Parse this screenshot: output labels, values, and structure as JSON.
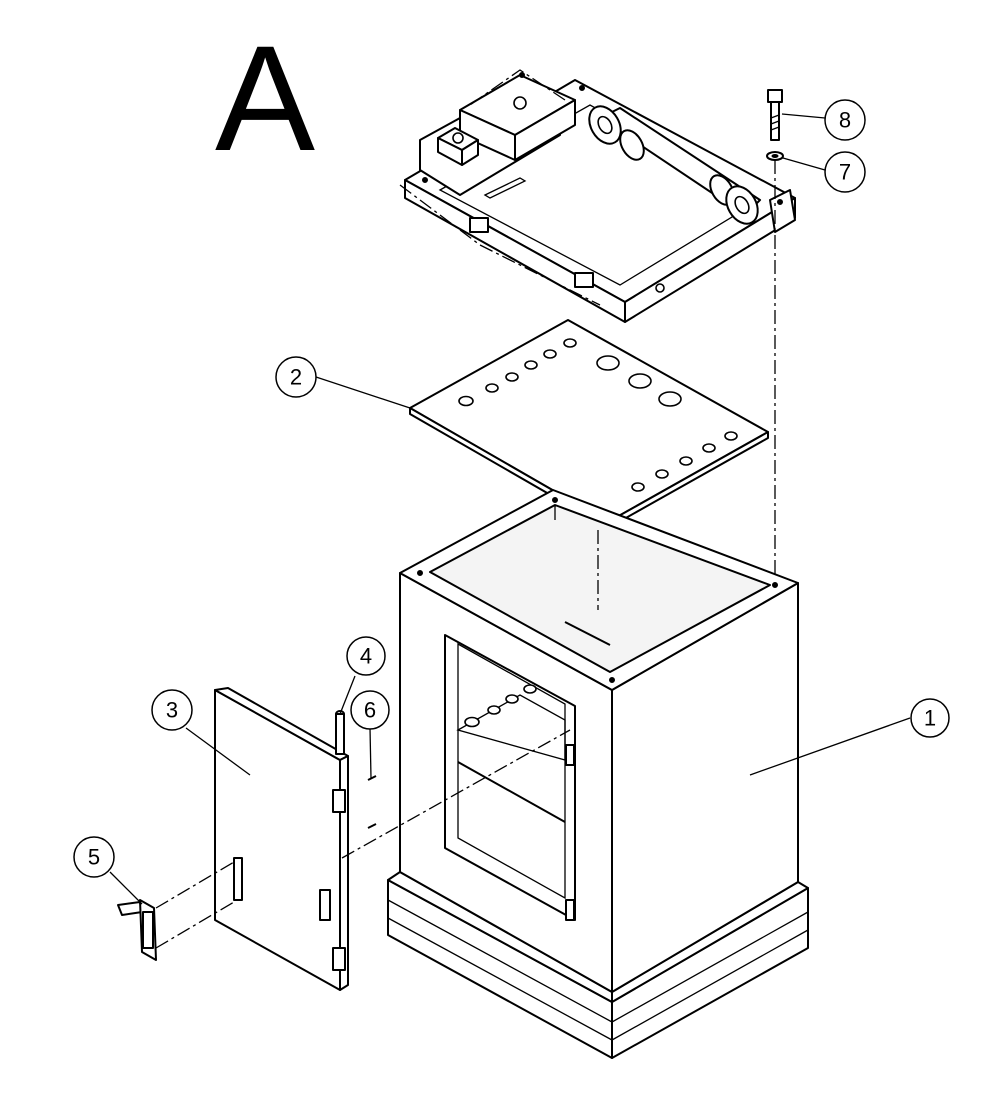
{
  "view_letter": "A",
  "callouts": [
    "1",
    "2",
    "3",
    "4",
    "5",
    "6",
    "7",
    "8"
  ]
}
